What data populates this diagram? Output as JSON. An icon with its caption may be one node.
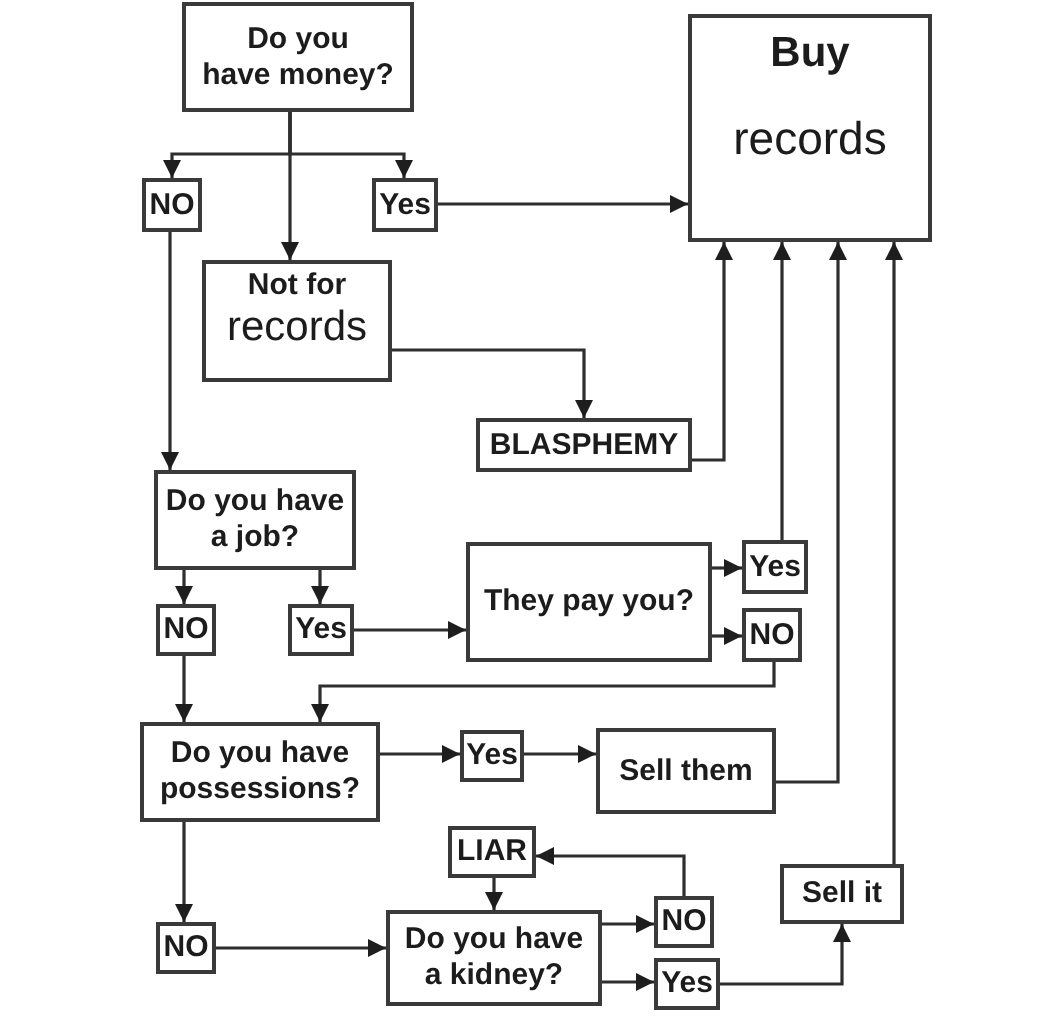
{
  "diagram": {
    "nodes": [
      {
        "text": [
          "Do you have money?"
        ]
      },
      {
        "text": [
          "Buy",
          "records"
        ]
      },
      {
        "text": [
          "NO"
        ]
      },
      {
        "text": [
          "Yes"
        ]
      },
      {
        "text": [
          "Not for",
          "records"
        ]
      },
      {
        "text": [
          "BLASPHEMY"
        ]
      },
      {
        "text": [
          "Do you have a job?"
        ]
      },
      {
        "text": [
          "NO"
        ]
      },
      {
        "text": [
          "Yes"
        ]
      },
      {
        "text": [
          "They pay you?"
        ]
      },
      {
        "text": [
          "Yes"
        ]
      },
      {
        "text": [
          "NO"
        ]
      },
      {
        "text": [
          "Do you have possessions?"
        ]
      },
      {
        "text": [
          "Yes"
        ]
      },
      {
        "text": [
          "Sell them"
        ]
      },
      {
        "text": [
          "LIAR"
        ]
      },
      {
        "text": [
          "Sell it"
        ]
      },
      {
        "text": [
          "NO"
        ]
      },
      {
        "text": [
          "Do you have a kidney?"
        ]
      },
      {
        "text": [
          "NO"
        ]
      },
      {
        "text": [
          "Yes"
        ]
      }
    ],
    "edges": [
      {
        "from": 0,
        "to": 2,
        "arrow": "to"
      },
      {
        "from": 0,
        "to": 3,
        "arrow": "to"
      },
      {
        "from": 0,
        "to": 4,
        "arrow": "to"
      },
      {
        "from": 3,
        "to": 1,
        "arrow": "to"
      },
      {
        "from": 4,
        "to": 5,
        "arrow": "to"
      },
      {
        "from": 5,
        "to": 1,
        "arrow": "to"
      },
      {
        "from": 2,
        "to": 6,
        "arrow": "to"
      },
      {
        "from": 6,
        "to": 7,
        "arrow": "to"
      },
      {
        "from": 6,
        "to": 8,
        "arrow": "to"
      },
      {
        "from": 8,
        "to": 9,
        "arrow": "to"
      },
      {
        "from": 9,
        "to": 10,
        "arrow": "to"
      },
      {
        "from": 9,
        "to": 11,
        "arrow": "to"
      },
      {
        "from": 10,
        "to": 1,
        "arrow": "to"
      },
      {
        "from": 11,
        "to": 12,
        "arrow": "to"
      },
      {
        "from": 7,
        "to": 12,
        "arrow": "to"
      },
      {
        "from": 12,
        "to": 13,
        "arrow": "to"
      },
      {
        "from": 13,
        "to": 14,
        "arrow": "to"
      },
      {
        "from": 14,
        "to": 1,
        "arrow": "to"
      },
      {
        "from": 12,
        "to": 17,
        "arrow": "to"
      },
      {
        "from": 17,
        "to": 18,
        "arrow": "to"
      },
      {
        "from": 15,
        "to": 18,
        "arrow": "to"
      },
      {
        "from": 18,
        "to": 19,
        "arrow": "to"
      },
      {
        "from": 18,
        "to": 20,
        "arrow": "to"
      },
      {
        "from": 19,
        "to": 15,
        "arrow": "to"
      },
      {
        "from": 20,
        "to": 16,
        "arrow": "to"
      },
      {
        "from": 16,
        "to": 1,
        "arrow": "to"
      }
    ]
  }
}
